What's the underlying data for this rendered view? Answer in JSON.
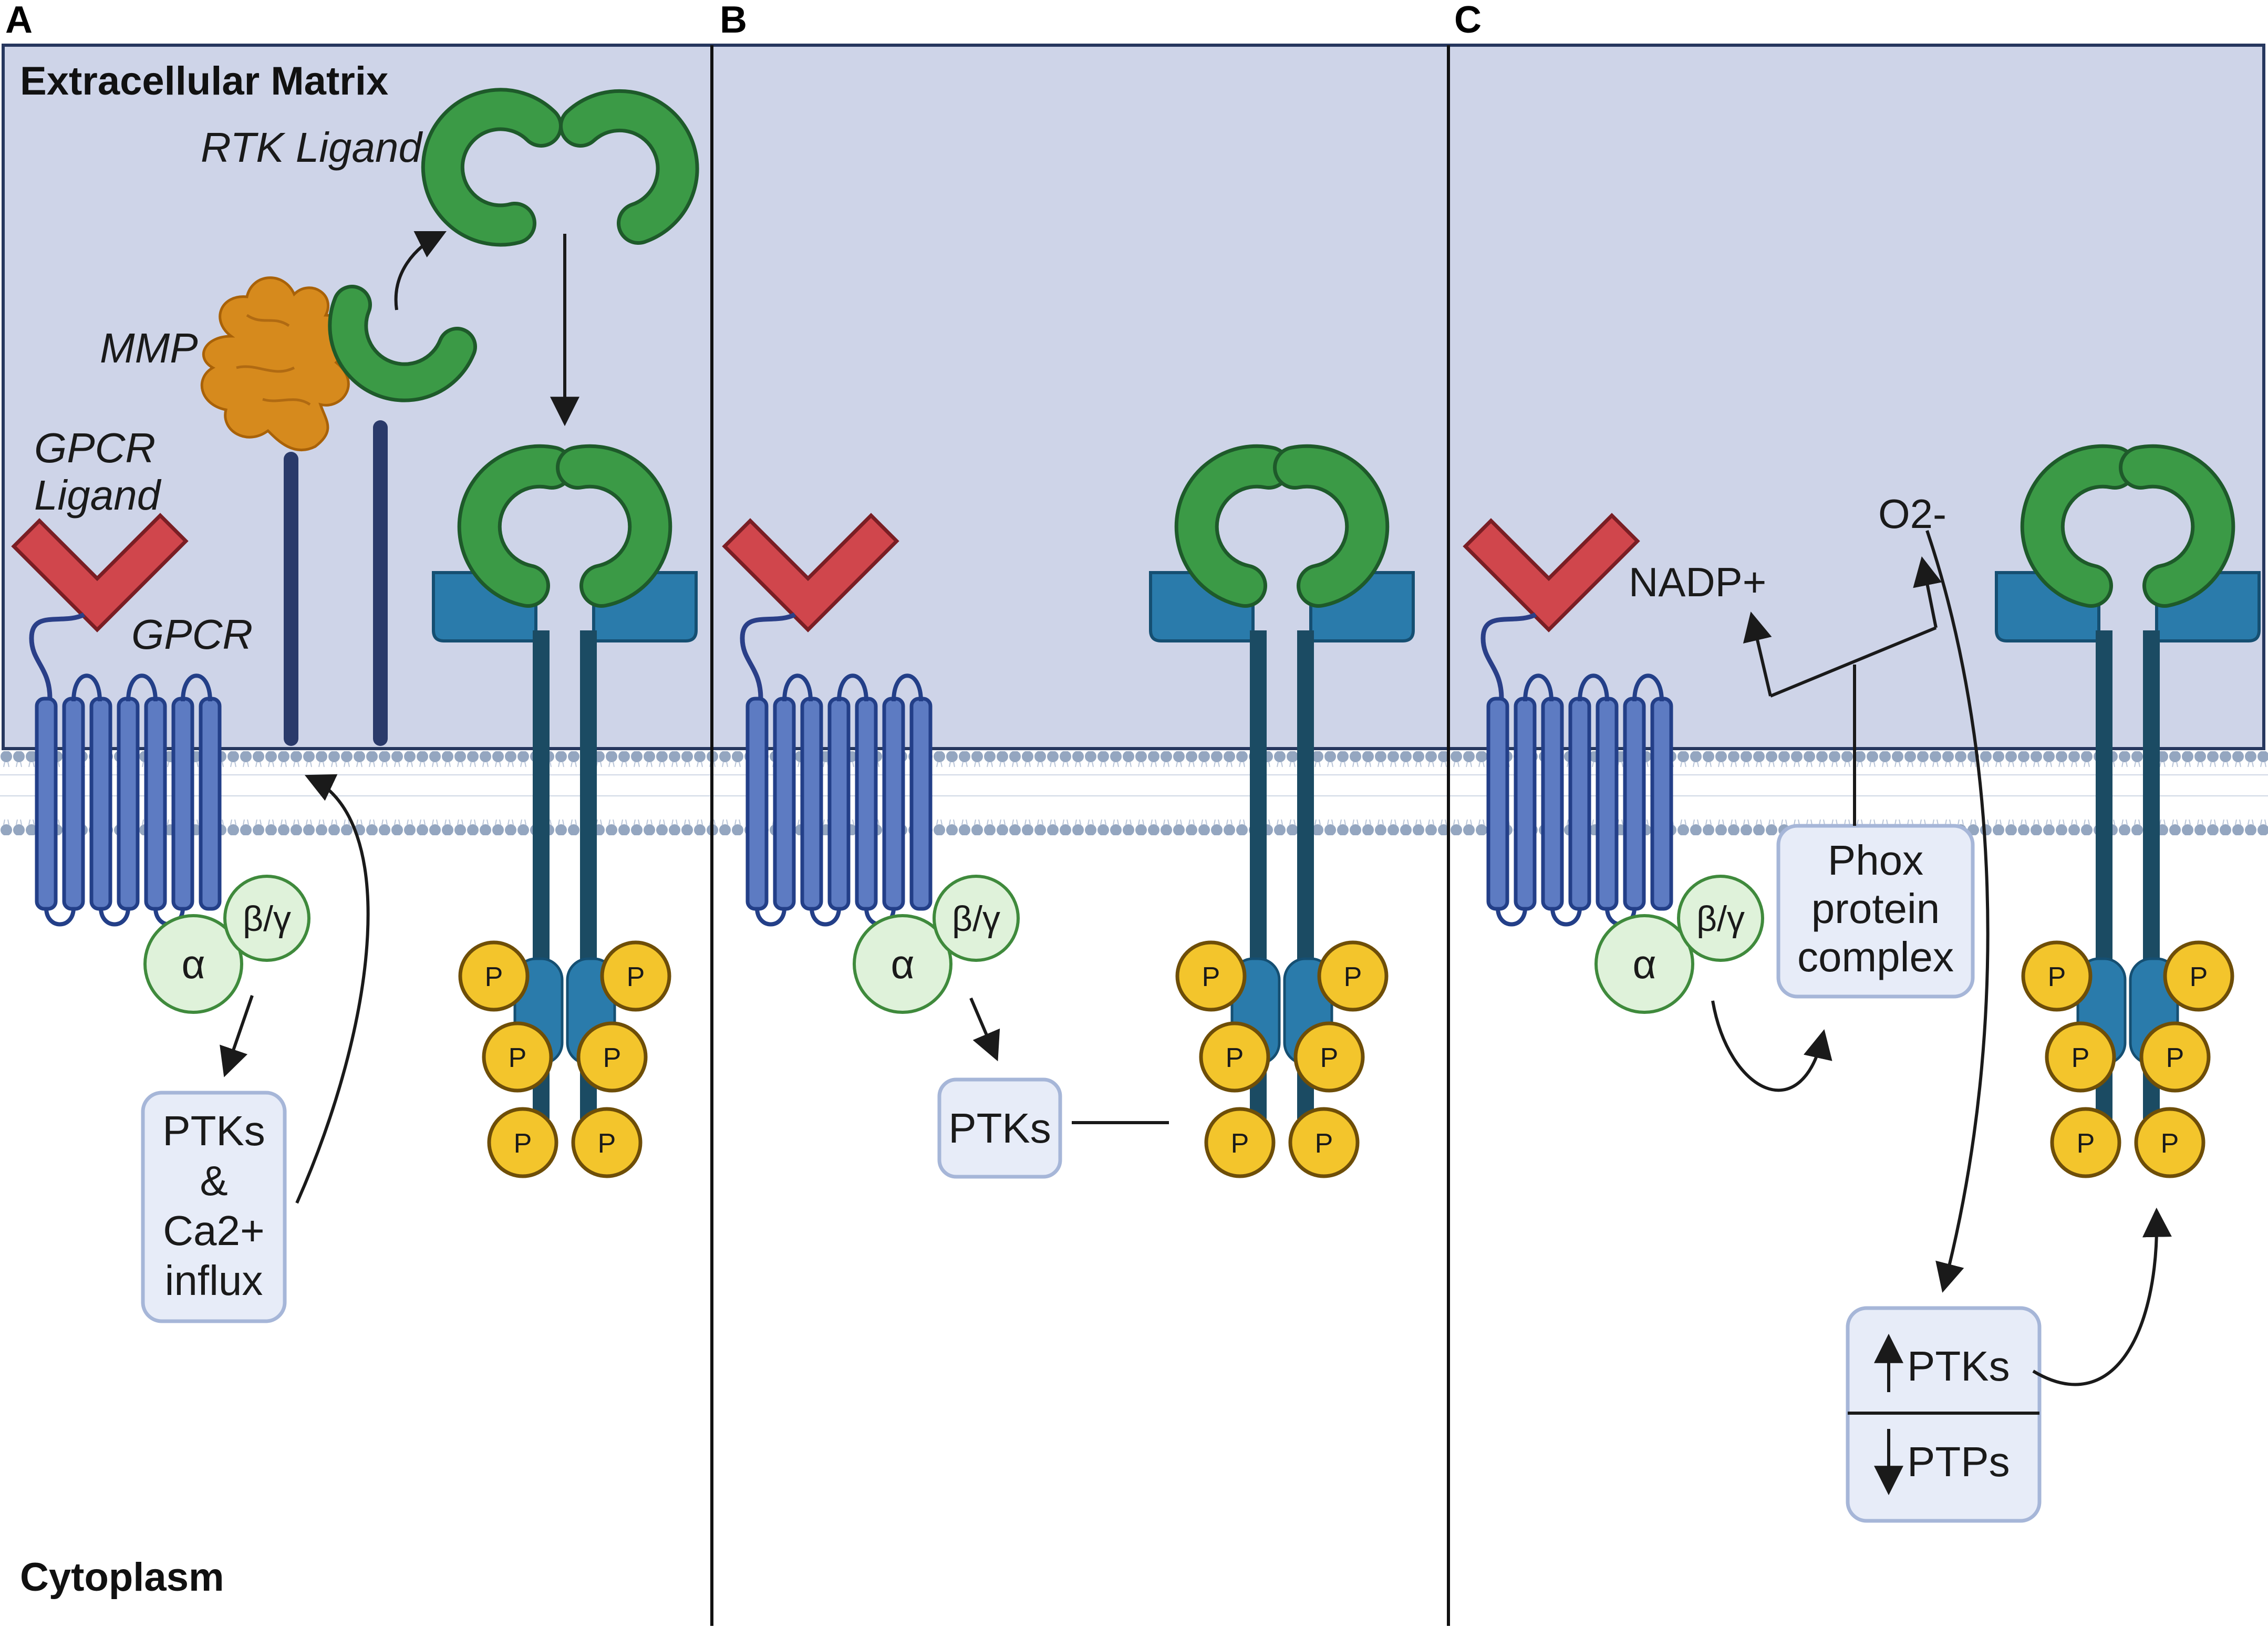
{
  "panels": {
    "a": "A",
    "b": "B",
    "c": "C"
  },
  "regions": {
    "extracellular": "Extracellular Matrix",
    "cytoplasm": "Cytoplasm"
  },
  "panel_a": {
    "rtk_ligand": "RTK Ligand",
    "mmp": "MMP",
    "gpcr_ligand_line1": "GPCR",
    "gpcr_ligand_line2": "Ligand",
    "gpcr": "GPCR",
    "alpha": "α",
    "beta_gamma": "β/γ",
    "box_line1": "PTKs",
    "box_line2": "&",
    "box_line3": "Ca2+",
    "box_line4": "influx",
    "phospho": "P"
  },
  "panel_b": {
    "alpha": "α",
    "beta_gamma": "β/γ",
    "ptks": "PTKs",
    "phospho": "P"
  },
  "panel_c": {
    "alpha": "α",
    "beta_gamma": "β/γ",
    "nadp": "NADP+",
    "o2": "O2-",
    "phox_line1": "Phox",
    "phox_line2": "protein",
    "phox_line3": "complex",
    "ptks": "PTKs",
    "ptps": "PTPs",
    "phospho": "P"
  },
  "colors": {
    "ecm": "#ced4e8",
    "membrane": "#94a6c0",
    "gpcr": "#5d7bc2",
    "gpcr_ligand": "#d0464c",
    "rtk_ligand": "#3b9a46",
    "rtk_base": "#2a7bab",
    "rtk_stalk": "#1b4b63",
    "phospho": "#f3c52c",
    "g_protein": "#dff2da",
    "box_fill": "#e7ecf8",
    "box_stroke": "#a6b6d8",
    "mmp": "#d68a1d"
  }
}
